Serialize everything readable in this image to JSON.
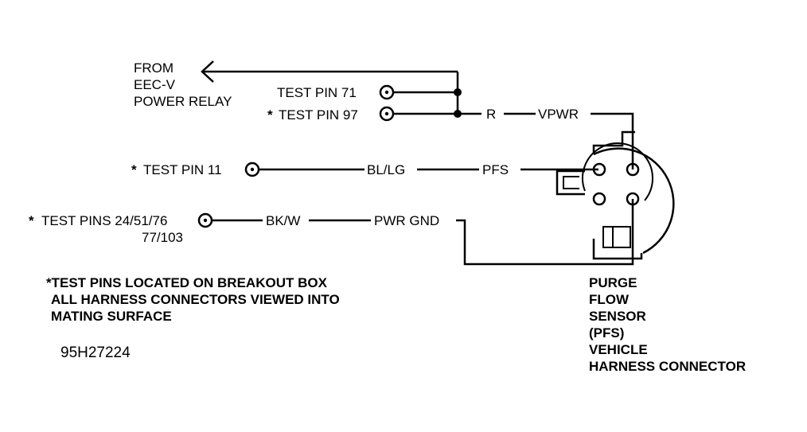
{
  "from_label": {
    "line1": "FROM",
    "line2": "EEC-V",
    "line3": "POWER RELAY"
  },
  "test_pins": {
    "pin71": "TEST PIN 71",
    "pin97": "TEST PIN 97",
    "pin11": "TEST PIN 11",
    "pins_multi_line1": "TEST PINS 24/51/76",
    "pins_multi_line2": "77/103",
    "asterisk": "*"
  },
  "wires": {
    "r": "R",
    "vpwr": "VPWR",
    "bllg": "BL/LG",
    "pfs": "PFS",
    "bkw": "BK/W",
    "pwrgnd": "PWR GND"
  },
  "notes": {
    "line1": "*TEST PINS LOCATED ON BREAKOUT BOX",
    "line2": "ALL HARNESS CONNECTORS VIEWED INTO",
    "line3": "MATING SURFACE"
  },
  "figure_code": "95H27224",
  "connector_label": {
    "line1": "PURGE",
    "line2": "FLOW",
    "line3": "SENSOR",
    "line4": "(PFS)",
    "line5": "VEHICLE",
    "line6": "HARNESS CONNECTOR"
  }
}
